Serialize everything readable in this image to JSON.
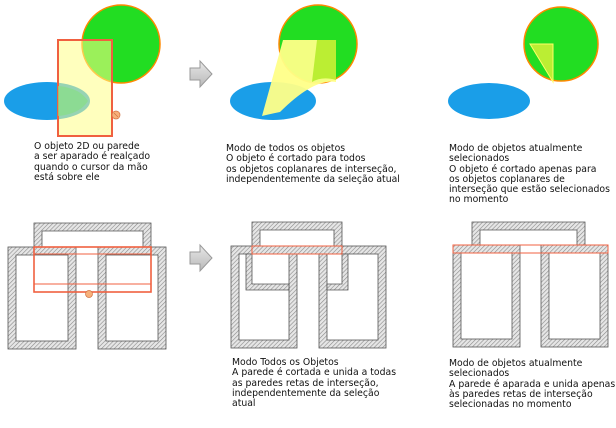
{
  "captions": {
    "object_hover": "O objeto 2D ou parede\na ser aparado é realçado\nquando o cursor da mão\nestá sobre ele",
    "object_all_mode": "Modo de todos os objetos\nO objeto é cortado para todos\nos objetos coplanares de interseção,\nindependentemente da seleção atual",
    "object_selected_mode": "Modo de objetos atualmente\nselecionados\nO objeto é cortado apenas para\nos objetos coplanares de\ninterseção que estão selecionados\nno momento",
    "wall_all_mode": "Modo Todos os Objetos\nA parede é cortada e unida a todas\nas paredes retas de interseção,\nindependentemente da seleção\natual",
    "wall_selected_mode": "Modo de objetos atualmente\nselecionados\nA parede é aparada e unida apenas\nàs paredes retas de interseção\nselecionadas no momento"
  },
  "colors": {
    "circle_fill": "#22dd22",
    "circle_stroke": "#ff8800",
    "ellipse_fill": "#1a9ee8",
    "trapezoid_fill": "#ffff88",
    "highlight_stroke": "#f06040",
    "overlap_fill": "#aaee44",
    "wall_hatch": "#9a9a9a",
    "arrow_fill": "#cfcfcf"
  },
  "icons": [
    "hand-cursor-icon",
    "right-arrow-icon"
  ]
}
